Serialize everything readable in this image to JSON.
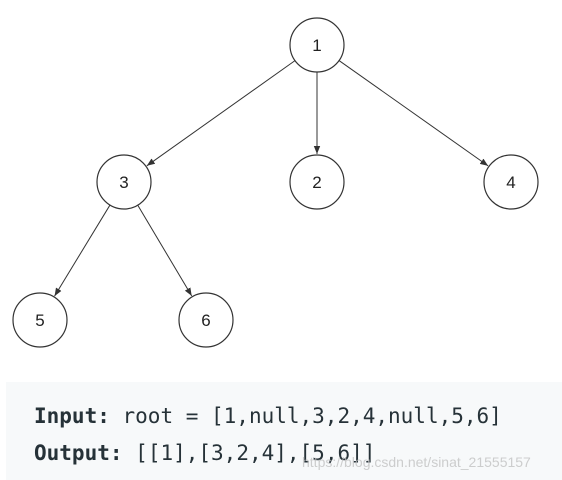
{
  "tree": {
    "nodes": [
      {
        "id": "n1",
        "label": "1"
      },
      {
        "id": "n3",
        "label": "3"
      },
      {
        "id": "n2",
        "label": "2"
      },
      {
        "id": "n4",
        "label": "4"
      },
      {
        "id": "n5",
        "label": "5"
      },
      {
        "id": "n6",
        "label": "6"
      }
    ],
    "edges": [
      {
        "from": "n1",
        "to": "n3"
      },
      {
        "from": "n1",
        "to": "n2"
      },
      {
        "from": "n1",
        "to": "n4"
      },
      {
        "from": "n3",
        "to": "n5"
      },
      {
        "from": "n3",
        "to": "n6"
      }
    ]
  },
  "example": {
    "input_label": "Input:",
    "input_value": "root = [1,null,3,2,4,null,5,6]",
    "output_label": "Output:",
    "output_value": "[[1],[3,2,4],[5,6]]"
  },
  "watermark": "https://blog.csdn.net/sinat_21555157",
  "colors": {
    "stroke": "#333333",
    "box_background": "#f7f9fa",
    "text": "#263238"
  }
}
